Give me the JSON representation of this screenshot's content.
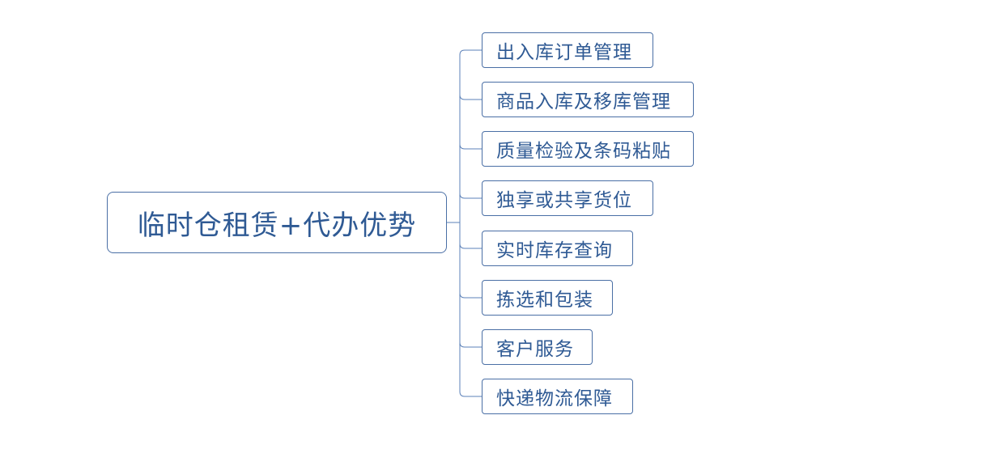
{
  "diagram": {
    "root": {
      "label": "临时仓租赁+代办优势"
    },
    "children": [
      {
        "label": "出入库订单管理"
      },
      {
        "label": "商品入库及移库管理"
      },
      {
        "label": "质量检验及条码粘贴"
      },
      {
        "label": "独享或共享货位"
      },
      {
        "label": "实时库存查询"
      },
      {
        "label": "拣选和包装"
      },
      {
        "label": "客户服务"
      },
      {
        "label": "快递物流保障"
      }
    ],
    "colors": {
      "border": "#4a6fa5",
      "text": "#2f5a94",
      "connector": "#5b80b8"
    }
  }
}
